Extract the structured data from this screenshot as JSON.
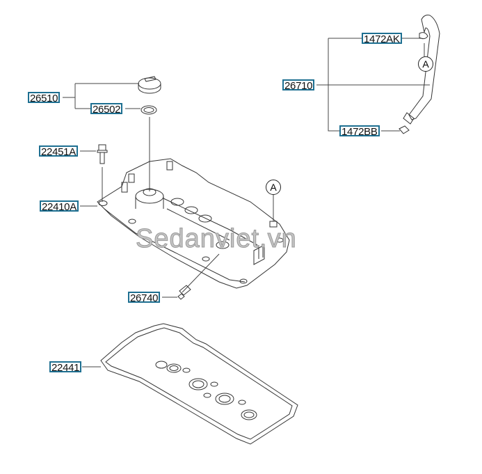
{
  "labels": {
    "p26510": "26510",
    "p26502": "26502",
    "p22451A": "22451A",
    "p22410A": "22410A",
    "p26740": "26740",
    "p22441": "22441",
    "p1472AK": "1472AK",
    "p26710": "26710",
    "p1472BB": "1472BB"
  },
  "refs": {
    "a_top": "A",
    "a_cover": "A"
  },
  "watermark": "Sedanviet.vn",
  "colors": {
    "label_border": "#1d6f91",
    "line": "#333333"
  }
}
